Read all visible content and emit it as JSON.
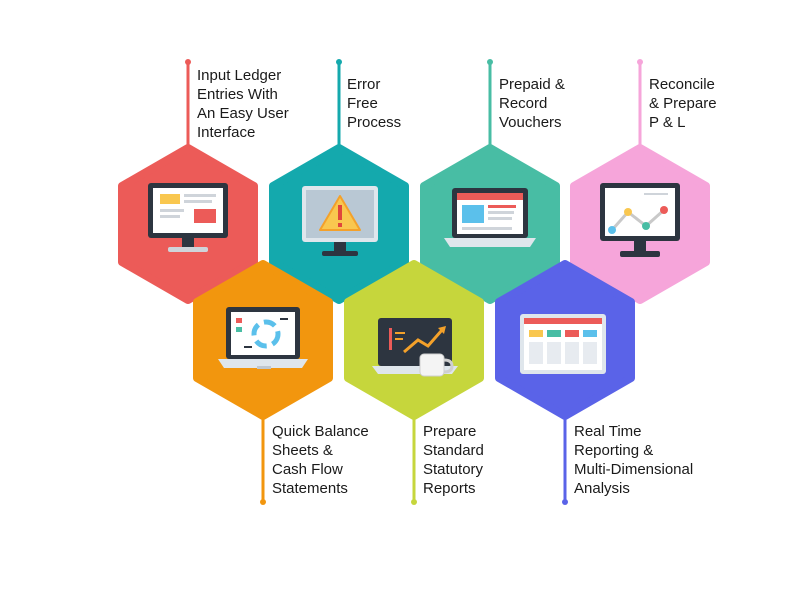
{
  "top_items": [
    {
      "label": "Input Ledger\nEntries With\nAn Easy User\nInterface",
      "color": "#ec5b58",
      "icon": "monitor-layout-icon"
    },
    {
      "label": "Error\nFree\nProcess",
      "color": "#14a9ad",
      "icon": "warning-monitor-icon"
    },
    {
      "label": "Prepaid &\nRecord\nVouchers",
      "color": "#48bda4",
      "icon": "laptop-document-icon"
    },
    {
      "label": "Reconcile\n& Prepare\nP & L",
      "color": "#f6a5da",
      "icon": "monitor-line-chart-icon"
    }
  ],
  "bottom_items": [
    {
      "label": "Quick Balance\nSheets &\nCash Flow\nStatements",
      "color": "#f2960e",
      "icon": "laptop-pie-chart-icon"
    },
    {
      "label": "Prepare\nStandard\nStatutory\nReports",
      "color": "#c6d63c",
      "icon": "laptop-growth-chart-icon"
    },
    {
      "label": "Real Time\nReporting &\nMulti-Dimensional\nAnalysis",
      "color": "#5a63e8",
      "icon": "monitor-dashboard-icon"
    }
  ]
}
